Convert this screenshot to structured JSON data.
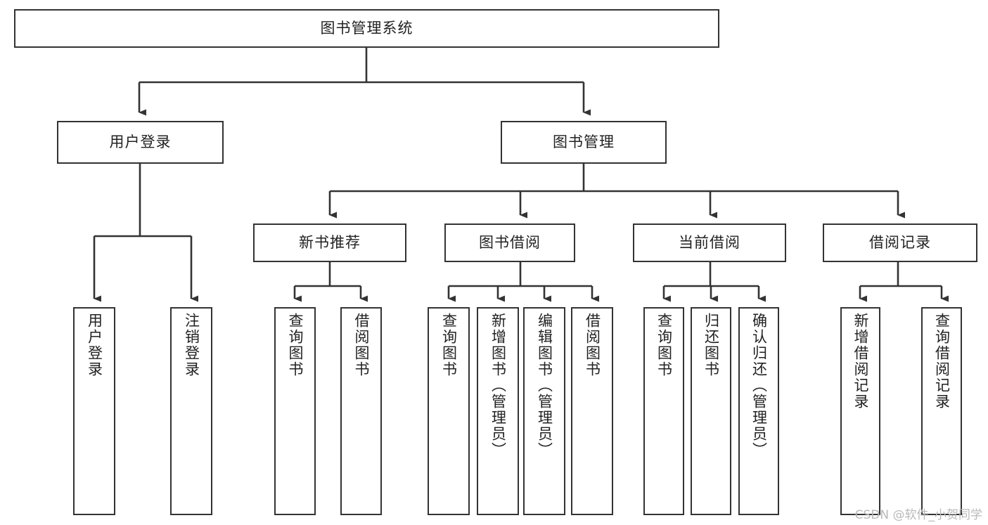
{
  "diagram": {
    "type": "hierarchy-tree",
    "title": "图书管理系统",
    "root": {
      "id": "root",
      "label": "图书管理系统",
      "orientation": "horizontal"
    },
    "level1": [
      {
        "id": "user-login",
        "label": "用户登录",
        "orientation": "horizontal"
      },
      {
        "id": "book-management",
        "label": "图书管理",
        "orientation": "horizontal"
      }
    ],
    "level2": [
      {
        "id": "new-book-recommend",
        "label": "新书推荐",
        "orientation": "horizontal",
        "parent": "book-management"
      },
      {
        "id": "book-borrow",
        "label": "图书借阅",
        "orientation": "horizontal",
        "parent": "book-management"
      },
      {
        "id": "current-borrow",
        "label": "当前借阅",
        "orientation": "horizontal",
        "parent": "book-management"
      },
      {
        "id": "borrow-record",
        "label": "借阅记录",
        "orientation": "horizontal",
        "parent": "book-management"
      }
    ],
    "leaves": [
      {
        "id": "leaf-user-login",
        "label": "用户登录",
        "orientation": "vertical",
        "parent": "user-login"
      },
      {
        "id": "leaf-logout-login",
        "label": "注销登录",
        "orientation": "vertical",
        "parent": "user-login"
      },
      {
        "id": "leaf-query-book-1",
        "label": "查询图书",
        "orientation": "vertical",
        "parent": "new-book-recommend"
      },
      {
        "id": "leaf-borrow-book-1",
        "label": "借阅图书",
        "orientation": "vertical",
        "parent": "new-book-recommend"
      },
      {
        "id": "leaf-query-book-2",
        "label": "查询图书",
        "orientation": "vertical",
        "parent": "book-borrow"
      },
      {
        "id": "leaf-add-book",
        "label": "新增图书（管理员）",
        "orientation": "vertical",
        "parent": "book-borrow"
      },
      {
        "id": "leaf-edit-book",
        "label": "编辑图书（管理员）",
        "orientation": "vertical",
        "parent": "book-borrow"
      },
      {
        "id": "leaf-borrow-book-2",
        "label": "借阅图书",
        "orientation": "vertical",
        "parent": "book-borrow"
      },
      {
        "id": "leaf-query-book-3",
        "label": "查询图书",
        "orientation": "vertical",
        "parent": "current-borrow"
      },
      {
        "id": "leaf-return-book",
        "label": "归还图书",
        "orientation": "vertical",
        "parent": "current-borrow"
      },
      {
        "id": "leaf-confirm-return",
        "label": "确认归还（管理员）",
        "orientation": "vertical",
        "parent": "current-borrow"
      },
      {
        "id": "leaf-add-record",
        "label": "新增借阅记录",
        "orientation": "vertical",
        "parent": "borrow-record"
      },
      {
        "id": "leaf-query-record",
        "label": "查询借阅记录",
        "orientation": "vertical",
        "parent": "borrow-record"
      }
    ],
    "colors": {
      "stroke": "#333333",
      "background": "#ffffff",
      "text": "#222222",
      "watermark": "#b9b9b9"
    }
  },
  "watermark": {
    "text": "CSDN @软件_小贺同学"
  }
}
